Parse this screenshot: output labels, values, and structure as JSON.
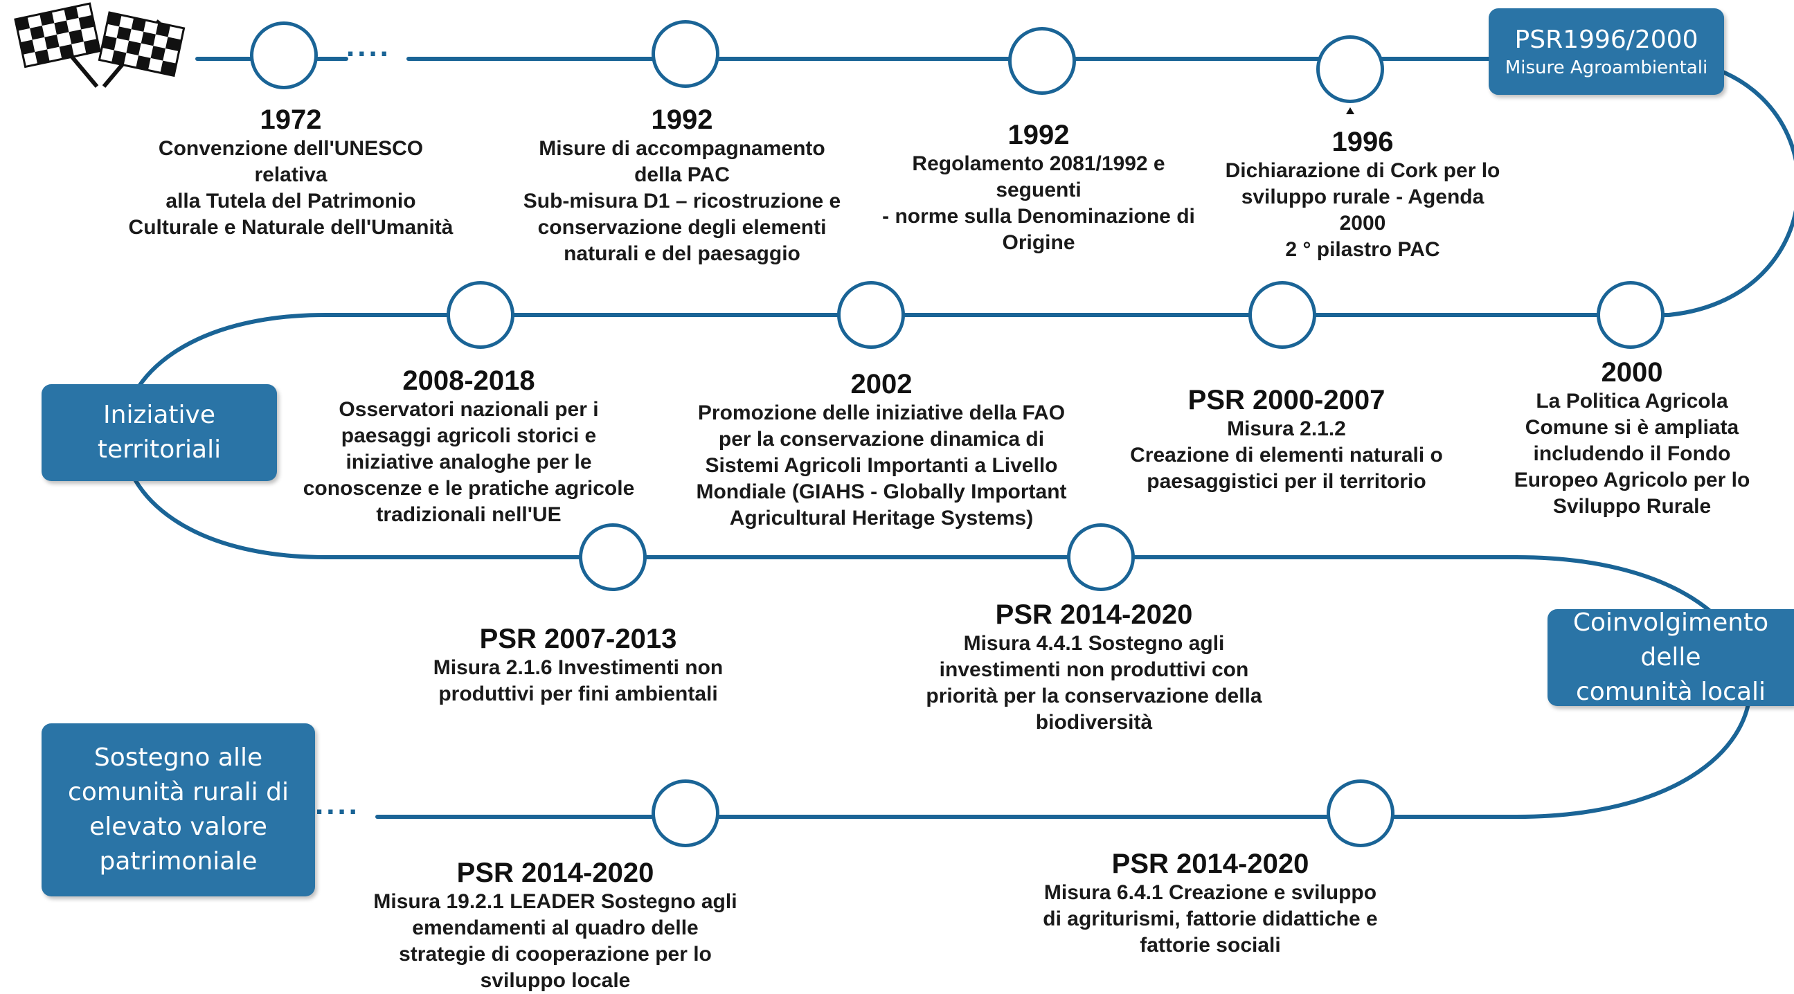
{
  "diagram": {
    "events": [
      {
        "year": "1972",
        "text": "Convenzione dell'UNESCO\nrelativa\nalla Tutela del Patrimonio\nCulturale e Naturale dell'Umanità"
      },
      {
        "year": "1992",
        "text": "Misure di accompagnamento\ndella PAC\nSub-misura D1 – ricostruzione e\nconservazione degli elementi\nnaturali e del paesaggio"
      },
      {
        "year": "1992",
        "text": "Regolamento 2081/1992 e\nseguenti\n- norme sulla Denominazione di\nOrigine"
      },
      {
        "year": "1996",
        "text": "Dichiarazione di Cork per lo\nsviluppo rurale - Agenda\n2000\n2 ° pilastro PAC"
      },
      {
        "year": "2000",
        "text": "La Politica Agricola\nComune si è ampliata\nincludendo il Fondo\nEuropeo Agricolo per lo\nSviluppo Rurale"
      },
      {
        "year": "PSR 2000-2007",
        "text": "Misura 2.1.2\nCreazione di elementi naturali o\npaesaggistici per il territorio"
      },
      {
        "year": "2002",
        "text": "Promozione delle iniziative della FAO\nper la conservazione dinamica di\nSistemi Agricoli Importanti a Livello\nMondiale (GIAHS - Globally Important\nAgricultural Heritage Systems)"
      },
      {
        "year": "2008-2018",
        "text": "Osservatori nazionali per i\npaesaggi agricoli storici e\niniziative analoghe per le\nconoscenze e le pratiche agricole\ntradizionali nell'UE"
      },
      {
        "year": "PSR 2007-2013",
        "text": "Misura 2.1.6 Investimenti non\nproduttivi per fini ambientali"
      },
      {
        "year": "PSR 2014-2020",
        "text": "Misura 4.4.1 Sostegno agli\ninvestimenti non produttivi con\npriorità per la conservazione della\nbiodiversità"
      },
      {
        "year": "PSR 2014-2020",
        "text": "Misura 6.4.1 Creazione e sviluppo\ndi agriturismi, fattorie didattiche e\nfattorie sociali"
      },
      {
        "year": "PSR 2014-2020",
        "text": "Misura 19.2.1 LEADER Sostegno agli\nemendamenti al quadro delle\nstrategie di cooperazione per lo\nsviluppo locale"
      }
    ],
    "boxes": {
      "psr": {
        "title": "PSR1996/2000",
        "subtitle": "Misure Agroambientali"
      },
      "iniziative": {
        "title": "Iniziative\nterritoriali"
      },
      "coinvolgimento": {
        "title": "Coinvolgimento delle\ncomunità locali"
      },
      "sostegno": {
        "title": "Sostegno alle\ncomunità rurali di\nelevato valore\npatrimoniale"
      }
    },
    "ellipsis": "....",
    "flags_icon": "checkered-flags-icon",
    "colors": {
      "line": "#1a6496",
      "box": "#2a74a6",
      "text": "#111111"
    }
  }
}
